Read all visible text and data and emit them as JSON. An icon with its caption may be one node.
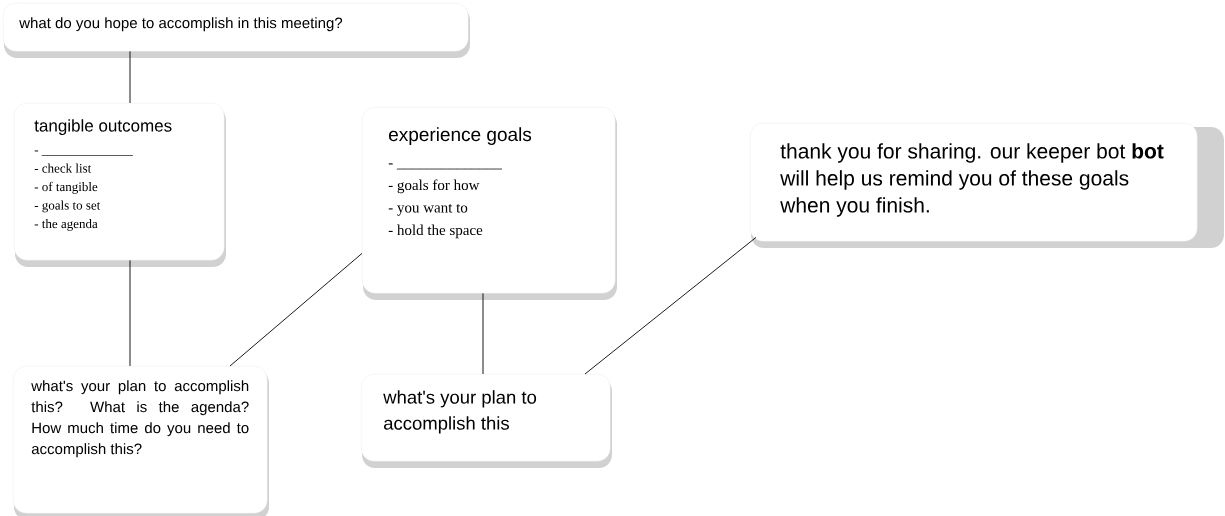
{
  "diagram": {
    "nodes": [
      {
        "text": [
          "what do you hope to accomplish in this meeting?"
        ]
      },
      {
        "text": [
          "tangible outcomes",
          "- ______________",
          "- check list",
          "- of tangible",
          "- goals to set",
          "- the agenda"
        ]
      },
      {
        "text": [
          "experience goals",
          "- ______________",
          "- goals for how",
          "- you want to",
          "- hold the space"
        ]
      },
      {
        "text": [
          "thank you for sharing. our keeper bot **bot** will help us remind you of these goals when you finish."
        ]
      },
      {
        "text": [
          "what's your plan to accomplish this? What is the agenda? How much time do you need to accomplish this?"
        ]
      },
      {
        "text": [
          "what's your plan to accomplish this"
        ]
      }
    ],
    "edges": [
      {
        "from": 0,
        "to": 1,
        "arrow": "none"
      },
      {
        "from": 1,
        "to": 4,
        "arrow": "none"
      },
      {
        "from": 2,
        "to": 4,
        "arrow": "none"
      },
      {
        "from": 2,
        "to": 5,
        "arrow": "none"
      },
      {
        "from": 3,
        "to": 5,
        "arrow": "none"
      }
    ]
  }
}
